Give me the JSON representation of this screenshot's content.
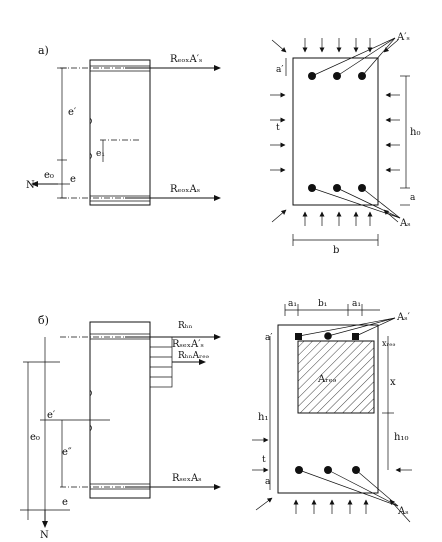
{
  "panel_a": {
    "label": "a)",
    "force_top": "RₑₒₓA′ₛ",
    "force_bottom": "RₑₒₓAₛ",
    "dim_e_prime": "e′",
    "dim_e0": "e₀",
    "dim_e": "e",
    "dim_e1": "e₁",
    "force_N": "N",
    "section": {
      "label_As_top": "A′ₛ",
      "label_As_bottom": "Aₛ",
      "label_a_prime": "a′",
      "label_a": "a",
      "label_h0": "h₀",
      "label_b": "b",
      "label_t": "t"
    }
  },
  "panel_b": {
    "label": "б)",
    "force_Rbn": "Rₕₙ",
    "force_top": "RₛₑₓA′ₛ",
    "force_red": "RₕₙAᵣₑₔ",
    "force_bottom": "RₛₑₓAₛ",
    "dim_e0": "e₀",
    "dim_e_prime": "e′",
    "dim_e_double": "e″",
    "dim_e": "e",
    "force_N": "N",
    "section": {
      "label_a1_left": "a₁",
      "label_b1": "b₁",
      "label_a1_right": "a₁",
      "label_As_top": "Aₛ′",
      "label_As_bottom": "Aₛ",
      "label_a_prime": "a′",
      "label_a": "a",
      "label_h1": "h₁",
      "label_h10": "h₁₀",
      "label_x": "x",
      "label_ared": "Aᵣₑₔ",
      "label_xred": "xᵣₑₔ",
      "label_t": "t"
    }
  }
}
